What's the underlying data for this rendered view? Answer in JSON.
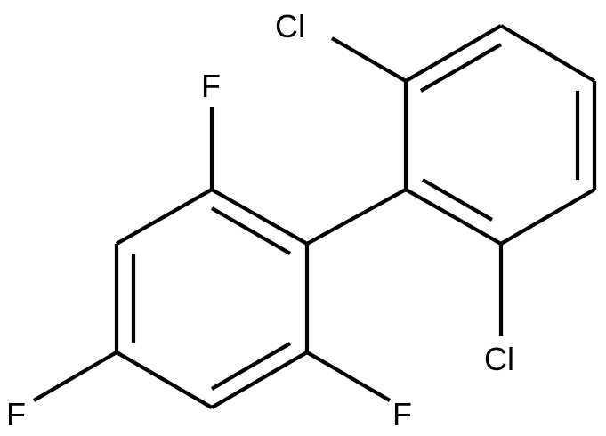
{
  "diagram": {
    "type": "chemical-structure",
    "atoms": {
      "cl_top": "Cl",
      "cl_bottom": "Cl",
      "f_top": "F",
      "f_left": "F",
      "f_bottom": "F"
    }
  }
}
